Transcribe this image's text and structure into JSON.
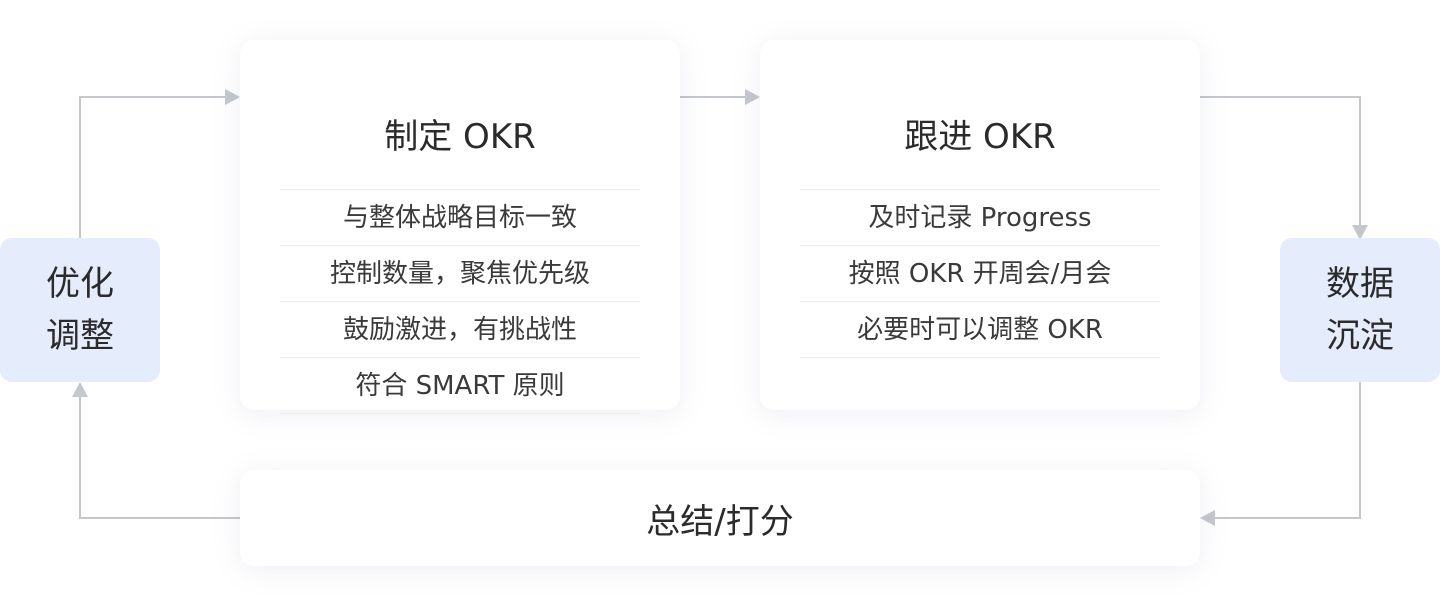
{
  "stages": {
    "define": {
      "title": "制定 OKR",
      "items": [
        "与整体战略目标一致",
        "控制数量，聚焦优先级",
        "鼓励激进，有挑战性",
        "符合 SMART 原则"
      ]
    },
    "follow": {
      "title": "跟进 OKR",
      "items": [
        "及时记录 Progress",
        "按照 OKR 开周会/月会",
        "必要时可以调整 OKR"
      ]
    }
  },
  "left_box": {
    "line1": "优化",
    "line2": "调整"
  },
  "right_box": {
    "line1": "数据",
    "line2": "沉淀"
  },
  "bottom": {
    "label": "总结/打分"
  },
  "colors": {
    "connector": "#c4c7cc",
    "side_box_bg": "#e5ecfb",
    "divider": "#ececec"
  }
}
